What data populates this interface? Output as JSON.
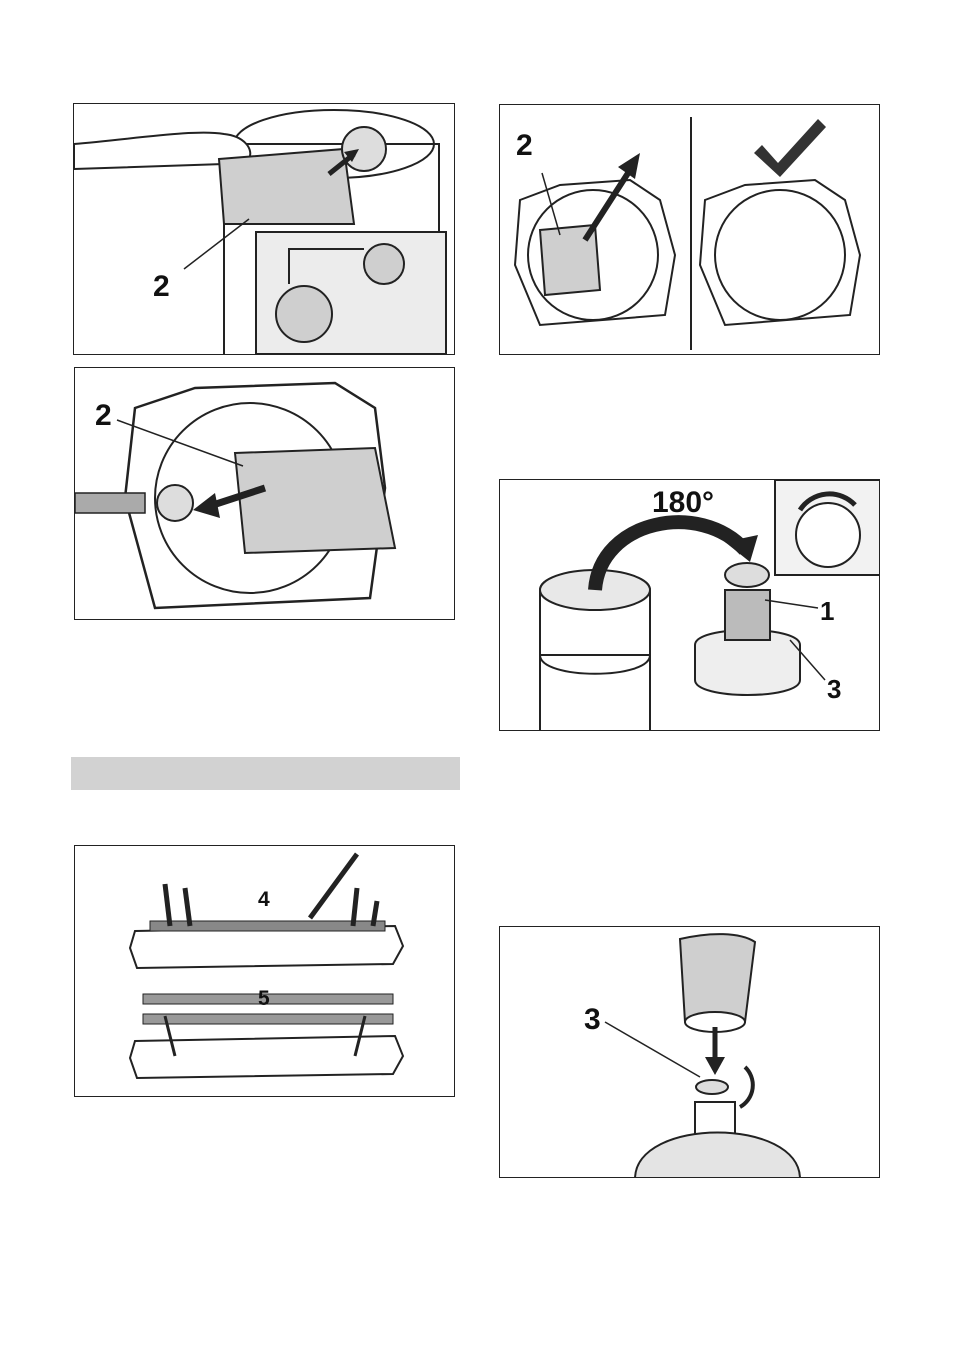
{
  "figures": {
    "fig_bag_insert": {
      "callout": "2"
    },
    "fig_bag_check": {
      "callout": "2"
    },
    "fig_bag_remove": {
      "callout": "2"
    },
    "fig_filter_rotate": {
      "angle": "180°",
      "callout_a": "1",
      "callout_b": "3"
    },
    "fig_brush_strips": {
      "callout_a": "4",
      "callout_b": "5"
    },
    "fig_filter_mount": {
      "callout": "3"
    }
  },
  "icons": [
    "hand-icon",
    "arrow-icon",
    "checkmark-icon",
    "screwdriver-icon",
    "rotate-arrow-icon"
  ],
  "colors": {
    "line": "#222222",
    "bag_fill": "#cfcfcf",
    "section_bar": "#d2d2d2"
  }
}
